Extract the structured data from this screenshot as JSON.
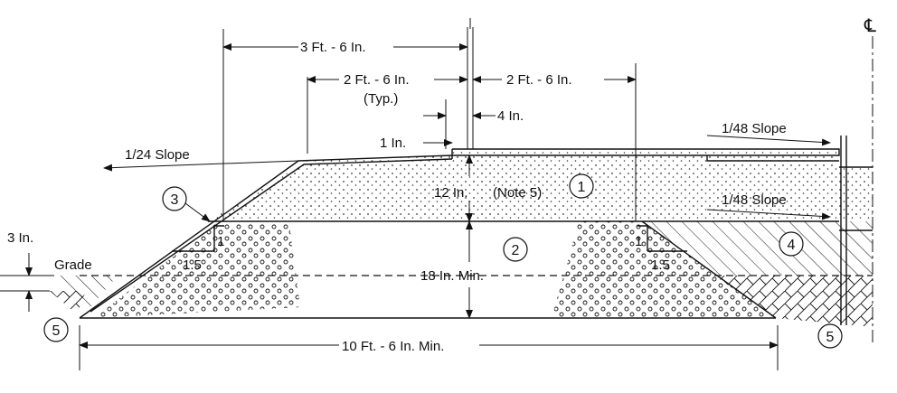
{
  "dimensions": {
    "d_3ft6": "3 Ft. - 6 In.",
    "d_2ft6_left": "2 Ft. - 6 In.",
    "typ": "(Typ.)",
    "d_2ft6_right": "2 Ft. - 6 In.",
    "d_4in": "4 In.",
    "d_1in": "1 In.",
    "d_12in": "12 In.",
    "note5": "(Note 5)",
    "d_18in": "18 In. Min.",
    "d_3in": "3 In.",
    "d_10ft6": "10 Ft. - 6 In. Min."
  },
  "labels": {
    "slope_left": "1/24 Slope",
    "slope_top_right": "1/48 Slope",
    "slope_mid_right": "1/48 Slope",
    "grade": "Grade",
    "centerline": "℄",
    "ratio_left_1": "1",
    "ratio_left_15": "1.5",
    "ratio_right_1": "1",
    "ratio_right_15": "1.5"
  },
  "callouts": [
    "1",
    "2",
    "3",
    "4",
    "5",
    "5"
  ]
}
